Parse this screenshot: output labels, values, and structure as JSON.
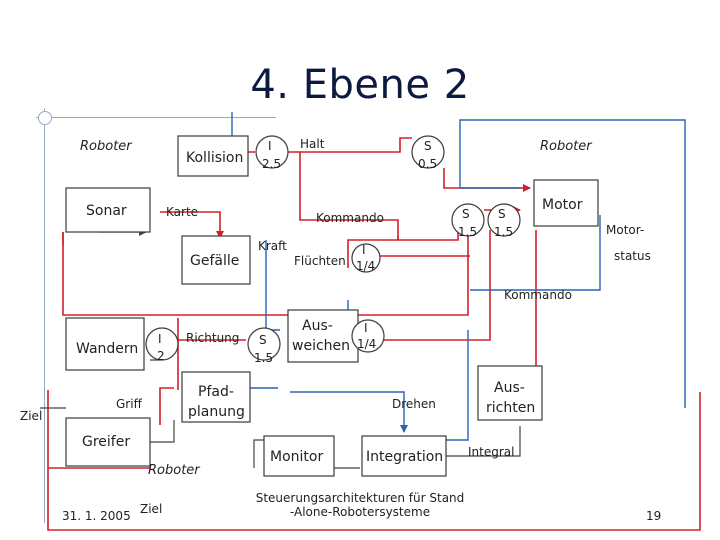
{
  "title": "4. Ebene 2",
  "labels": {
    "roboter_top_left": "Roboter",
    "kollision": "Kollision",
    "i25_i": "I",
    "i25_v": "2.5",
    "halt": "Halt",
    "s05_s": "S",
    "s05_v": "0.5",
    "roboter_top_right": "Roboter",
    "sonar": "Sonar",
    "karte": "Karte",
    "kommando1": "Kommando",
    "s15a_s": "S",
    "s15a_v": "1.5",
    "s15b_s": "S",
    "s15b_v": "1.5",
    "motor": "Motor",
    "motor_status_1": "Motor-",
    "motor_status_2": "status",
    "gefaelle": "Gefälle",
    "kraft": "Kraft",
    "fluechten": "Flüchten",
    "i14a_i": "I",
    "i14a_v": "1/4",
    "kommando2": "Kommando",
    "wandern": "Wandern",
    "i2_i": "I",
    "i2_v": "2",
    "richtung": "Richtung",
    "s15c_s": "S",
    "s15c_v": "1.5",
    "ausweichen_1": "Aus-",
    "ausweichen_2": "weichen",
    "i14b_i": "I",
    "i14b_v": "1/4",
    "ausrichten_1": "Aus-",
    "ausrichten_2": "richten",
    "ziel_left": "Ziel",
    "griff": "Griff",
    "pfad_1": "Pfad-",
    "pfad_2": "planung",
    "drehen": "Drehen",
    "greifer": "Greifer",
    "monitor": "Monitor",
    "integration": "Integration",
    "integral": "Integral",
    "roboter_bottom": "Roboter"
  },
  "footer": {
    "date": "31. 1. 2005",
    "ziel": "Ziel",
    "caption_1": "Steuerungsarchitekturen für Stand",
    "caption_2": "-Alone-Robotersysteme",
    "page": "19"
  },
  "colors": {
    "red": "#d4202a",
    "blue": "#2b63b4",
    "title": "#0d1a40"
  }
}
